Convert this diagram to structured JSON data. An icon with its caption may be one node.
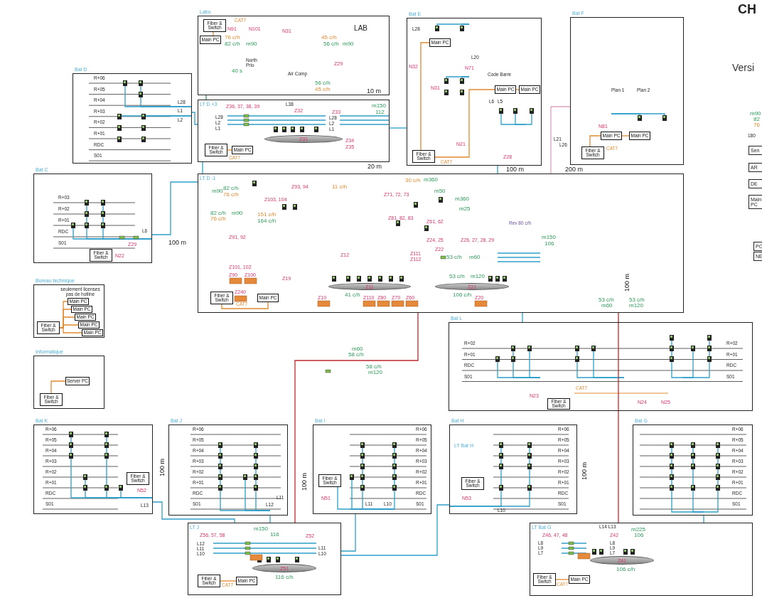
{
  "diagram": {
    "nodes": [
      {
        "text": [
          "Bat D"
        ]
      },
      {
        "text": [
          "Labo",
          "LAB"
        ]
      },
      {
        "text": [
          "Fiber & Switch"
        ],
        "in": 1
      },
      {
        "text": [
          "Main PC"
        ],
        "in": 1
      },
      {
        "text": [
          "LT D +3"
        ]
      },
      {
        "text": [
          "Fiber & Switch"
        ],
        "in": 4
      },
      {
        "text": [
          "Main PC"
        ],
        "in": 4
      },
      {
        "text": [
          "Z31"
        ],
        "in": 4
      },
      {
        "text": [
          "Bat E"
        ]
      },
      {
        "text": [
          "Fiber & Switch"
        ],
        "in": 8
      },
      {
        "text": [
          "Main PC"
        ],
        "in": 8
      },
      {
        "text": [
          "Main PC"
        ],
        "in": 8
      },
      {
        "text": [
          "Main PC"
        ],
        "in": 8
      },
      {
        "text": [
          "Bat F"
        ]
      },
      {
        "text": [
          "Fiber & Switch"
        ],
        "in": 13
      },
      {
        "text": [
          "Main PC"
        ],
        "in": 13
      },
      {
        "text": [
          "Main PC"
        ],
        "in": 13
      },
      {
        "text": [
          "Bat C"
        ]
      },
      {
        "text": [
          "Fiber & Switch"
        ],
        "in": 17
      },
      {
        "text": [
          "LT D -1"
        ]
      },
      {
        "text": [
          "Fiber & Switch"
        ],
        "in": 19
      },
      {
        "text": [
          "Main PC"
        ],
        "in": 19
      },
      {
        "text": [
          "Z11"
        ],
        "in": 19,
        "beside": [
          "41 c/h"
        ]
      },
      {
        "text": [
          "Z21"
        ],
        "in": 19,
        "beside": [
          "106 c/h"
        ]
      },
      {
        "text": [
          "Bureau technique",
          "seulement licenses pas de hotline"
        ]
      },
      {
        "text": [
          "Fiber & Switch"
        ],
        "in": 24
      },
      {
        "text": [
          "Main PC"
        ],
        "in": 24
      },
      {
        "text": [
          "Main PC"
        ],
        "in": 24
      },
      {
        "text": [
          "Main PC"
        ],
        "in": 24
      },
      {
        "text": [
          "Main PC"
        ],
        "in": 24
      },
      {
        "text": [
          "Main PC"
        ],
        "in": 24
      },
      {
        "text": [
          "Informatique"
        ]
      },
      {
        "text": [
          "Fiber & Switch"
        ],
        "in": 31
      },
      {
        "text": [
          "Server PC"
        ],
        "in": 31
      },
      {
        "text": [
          "Bat L"
        ]
      },
      {
        "text": [
          "Fiber & Switch"
        ],
        "in": 34
      },
      {
        "text": [
          "Bat K"
        ]
      },
      {
        "text": [
          "Fiber & Switch"
        ],
        "in": 36
      },
      {
        "text": [
          "Bat J"
        ]
      },
      {
        "text": [
          "Bat I"
        ]
      },
      {
        "text": [
          "Fiber & Switch"
        ],
        "in": 39
      },
      {
        "text": [
          "Bat H",
          "LT Bat H"
        ]
      },
      {
        "text": [
          "Fiber & Switch"
        ],
        "in": 41
      },
      {
        "text": [
          "Bat G"
        ]
      },
      {
        "text": [
          "LT J"
        ]
      },
      {
        "text": [
          "Fiber & Switch"
        ],
        "in": 44
      },
      {
        "text": [
          "Main PC"
        ],
        "in": 44
      },
      {
        "text": [
          "Z51"
        ],
        "in": 44,
        "beside": [
          "116 c/h"
        ]
      },
      {
        "text": [
          "LT Bat G"
        ]
      },
      {
        "text": [
          "Fiber & Switch"
        ],
        "in": 48
      },
      {
        "text": [
          "Main PC"
        ],
        "in": 48
      },
      {
        "text": [
          "Z41"
        ],
        "in": 48,
        "beside": [
          "106 c/h"
        ]
      }
    ],
    "edges": [
      {
        "from": 0,
        "to": 4,
        "arrow": "none",
        "color": "#2f9fc9"
      },
      {
        "from": 4,
        "to": 8,
        "arrow": "none",
        "color": "#2f9fc9"
      },
      {
        "from": 1,
        "to": 4,
        "arrow": "none",
        "color": "#2e9a5a"
      },
      {
        "from": 4,
        "to": 19,
        "arrow": "none",
        "color": "#2f9fc9"
      },
      {
        "from": 8,
        "to": 19,
        "arrow": "none",
        "color": "#2f9fc9"
      },
      {
        "from": 13,
        "to": 19,
        "arrow": "none",
        "color": "#d9a3bf"
      },
      {
        "from": 19,
        "to": 17,
        "arrow": "none",
        "color": "#2f9fc9"
      },
      {
        "from": 19,
        "to": 34,
        "arrow": "none",
        "color": "#2f9fc9"
      },
      {
        "from": 19,
        "to": 44,
        "arrow": "none",
        "color": "#c0282d"
      },
      {
        "from": 19,
        "to": 48,
        "arrow": "none",
        "color": "#c0282d"
      },
      {
        "from": 36,
        "to": 44,
        "arrow": "none",
        "color": "#2f9fc9"
      },
      {
        "from": 39,
        "to": 44,
        "arrow": "none",
        "color": "#2f9fc9"
      },
      {
        "from": 41,
        "to": 44,
        "arrow": "none",
        "color": "#2f9fc9"
      },
      {
        "from": 43,
        "to": 48,
        "arrow": "none",
        "color": "#2f9fc9"
      },
      {
        "from": 38,
        "to": 44,
        "arrow": "none",
        "color": "#2f9fc9"
      },
      {
        "from": 2,
        "to": 3,
        "arrow": "none"
      },
      {
        "from": 5,
        "to": 6,
        "arrow": "none"
      },
      {
        "from": 9,
        "to": 10,
        "arrow": "none"
      },
      {
        "from": 9,
        "to": 11,
        "arrow": "none"
      },
      {
        "from": 11,
        "to": 12,
        "arrow": "none"
      },
      {
        "from": 14,
        "to": 15,
        "arrow": "none"
      },
      {
        "from": 15,
        "to": 16,
        "arrow": "none"
      },
      {
        "from": 25,
        "to": 26,
        "arrow": "none"
      },
      {
        "from": 25,
        "to": 27,
        "arrow": "none"
      },
      {
        "from": 25,
        "to": 28,
        "arrow": "none"
      },
      {
        "from": 25,
        "to": 29,
        "arrow": "none"
      },
      {
        "from": 25,
        "to": 30,
        "arrow": "none"
      },
      {
        "from": 32,
        "to": 33,
        "arrow": "none"
      },
      {
        "from": 20,
        "to": 21,
        "arrow": "none"
      },
      {
        "from": 45,
        "to": 46,
        "arrow": "none"
      },
      {
        "from": 49,
        "to": 50,
        "arrow": "none"
      }
    ],
    "labels": [
      "R+06",
      "R+05",
      "R+04",
      "R+03",
      "R+02",
      "R+01",
      "RDC",
      "S01",
      "L28",
      "L1",
      "L2",
      "CAT7",
      "N91",
      "N101",
      "N31",
      "76 c/h",
      "45 c/h",
      "82 c/h",
      "m90",
      "56 c/h",
      "m90",
      "North Prio",
      "Z29",
      "40 s",
      "Air Comp",
      "56 c/h",
      "45 c/h",
      "10 m",
      "Z36, 37, 38, 39",
      "L38",
      "Z32",
      "Z33",
      "L28",
      "L2",
      "L1",
      "L28",
      "L2",
      "L1",
      "m150",
      "112",
      "Z34",
      "Z35",
      "CAT7",
      "20 m",
      "L28",
      "L20",
      "N32",
      "N71",
      "Code Barre",
      "N31",
      "L6",
      "L5",
      "N21",
      "CAT7",
      "Z28",
      "100 m",
      "Plan 1",
      "Plan 2",
      "N81",
      "L21",
      "L26",
      "CAT7",
      "200 m",
      "R+03",
      "R+02",
      "R+01",
      "RDC",
      "S01",
      "L6",
      "Z29",
      "N22",
      "100 m",
      "m90",
      "82 c/h",
      "76 c/h",
      "Z93, 94",
      "Z103, 104",
      "11 c/h",
      "30 c/h",
      "m360",
      "m50",
      "Z71, 72, 73",
      "m360",
      "m25",
      "Z81, 82, 83",
      "Z61, 62",
      "Rev 80 c/h",
      "82 c/h",
      "m90",
      "76 c/h",
      "151 c/h",
      "164 c/h",
      "Z91, 92",
      "Z24, 25",
      "Z26, 27, 28, 29",
      "m150",
      "106",
      "Z12",
      "Z111",
      "Z112",
      "Z22",
      "53 c/h",
      "m60",
      "Z101, 102",
      "Z90",
      "Z100",
      "Z19",
      "53 c/h",
      "m120",
      "Z240",
      "CAT7",
      "Z10",
      "Z110",
      "Z80",
      "Z70",
      "Z60",
      "Z20",
      "100 m",
      "53 c/h",
      "m60",
      "53 c/h",
      "m120",
      "m60",
      "58 c/h",
      "58 c/h",
      "m120",
      "R+02",
      "R+01",
      "RDC",
      "S01",
      "R+02",
      "R+01",
      "RDC",
      "S01",
      "N23",
      "CAT7",
      "N24",
      "N25",
      "R+06",
      "R+05",
      "R+04",
      "R+03",
      "R+02",
      "R+01",
      "RDC",
      "S01",
      "N52",
      "L13",
      "100 m",
      "R+06",
      "R+05",
      "R+04",
      "R+03",
      "R+02",
      "R+01",
      "RDC",
      "S01",
      "L11",
      "L12",
      "100 m",
      "R+06",
      "R+05",
      "R+04",
      "R+03",
      "R+02",
      "R+01",
      "RDC",
      "S01",
      "N51",
      "L11",
      "L10",
      "R+06",
      "R+05",
      "R+04",
      "R+03",
      "R+02",
      "R+01",
      "RDC",
      "S01",
      "N53",
      "L10",
      "100 m",
      "R+06",
      "R+05",
      "R+04",
      "R+03",
      "R+02",
      "R+01",
      "RDC",
      "S01",
      "Z56, 57, 58",
      "L12",
      "L11",
      "L10",
      "m150",
      "116",
      "Z52",
      "L11",
      "L10",
      "CAT7",
      "Z46, 47, 48",
      "L8",
      "L9",
      "L7",
      "L14 L13",
      "Z42",
      "m225",
      "106",
      "L8",
      "L9",
      "L7",
      "CAT7",
      "CH",
      "Versi",
      "m90",
      "82",
      "76",
      "180",
      "Sen",
      "AR",
      "DE",
      "Main PC",
      "PO",
      "NE"
    ]
  }
}
